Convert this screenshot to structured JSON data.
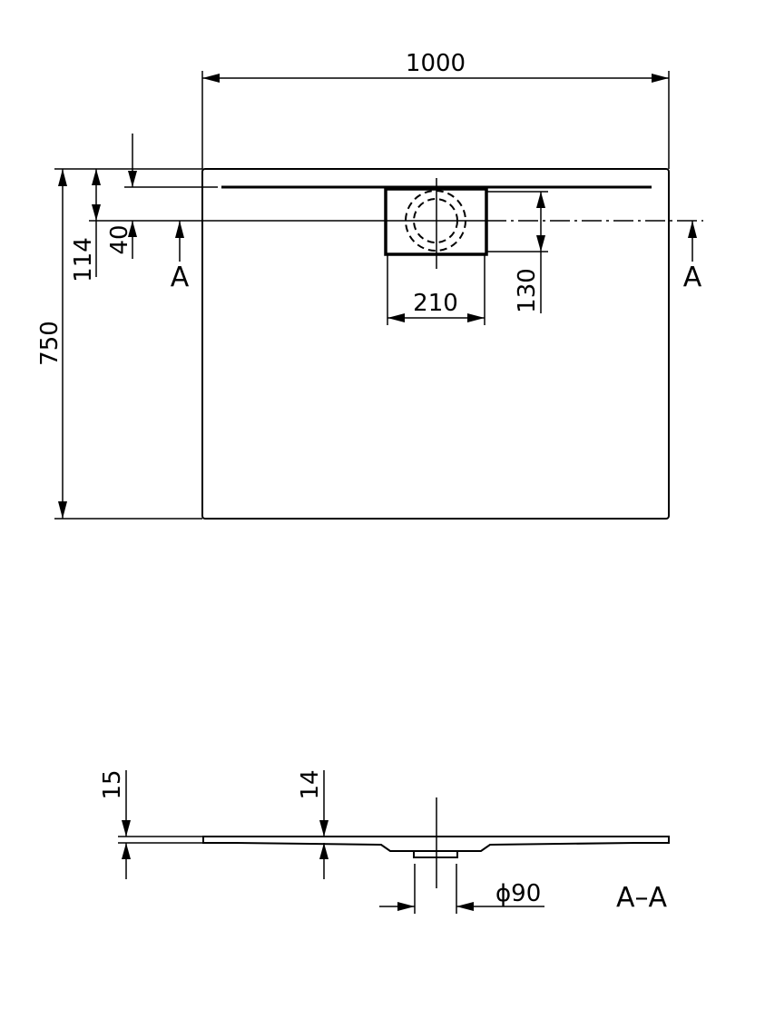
{
  "plan_dimensions": {
    "width": "1000",
    "depth": "750",
    "drain_offset_outer": "114",
    "drain_offset_inner": "40",
    "drain_width": "210",
    "drain_depth": "130"
  },
  "section_markers": {
    "left": "A",
    "right": "A"
  },
  "section_dimensions": {
    "edge_height": "15",
    "inner_height": "14",
    "outlet_diameter": "ϕ90"
  },
  "section_title": "A–A"
}
